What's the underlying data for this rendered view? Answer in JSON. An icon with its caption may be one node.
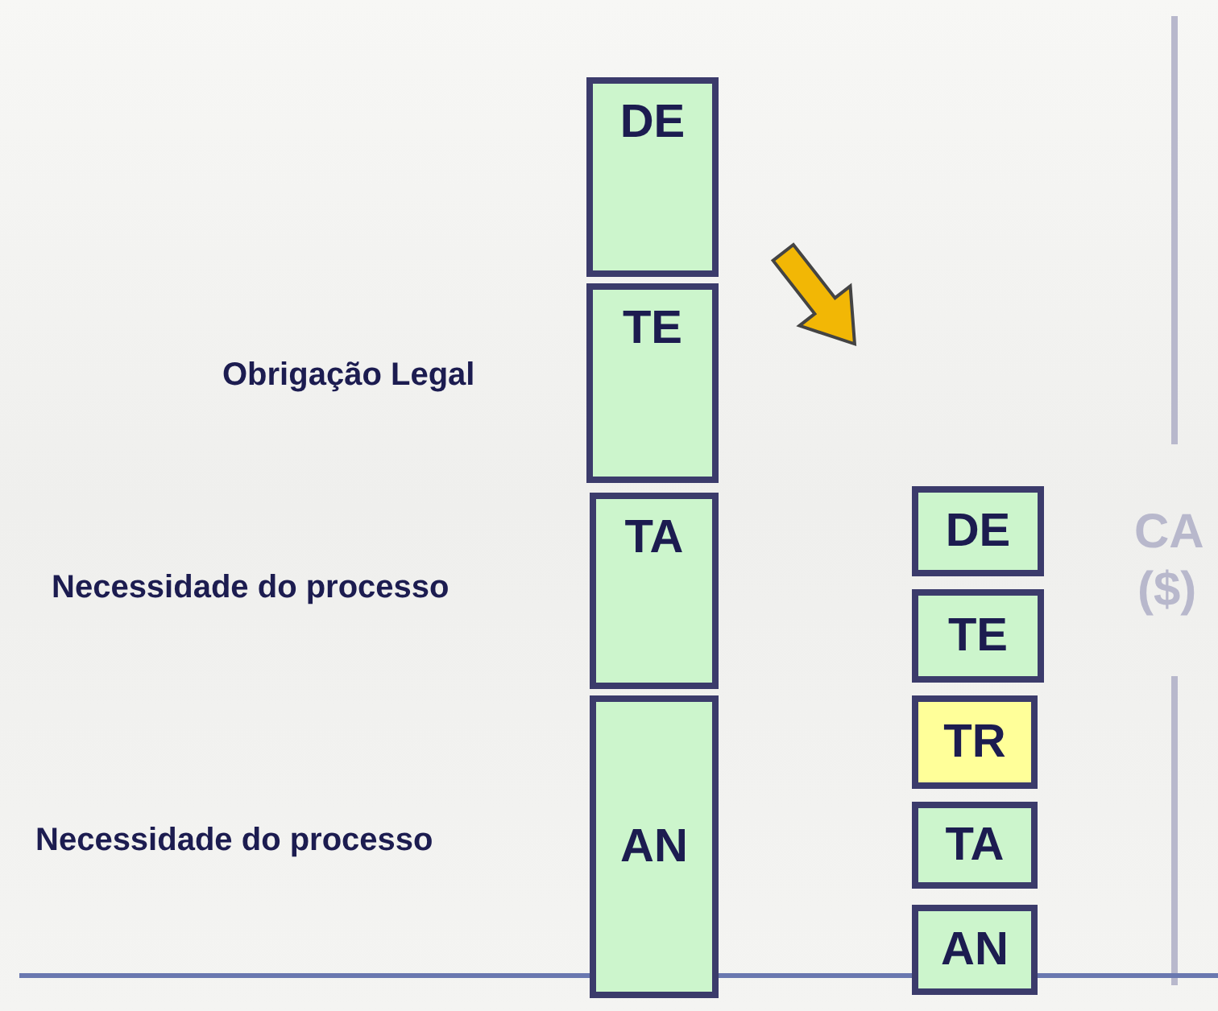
{
  "diagram": {
    "nodes": [
      {
        "text": [
          "DE"
        ]
      },
      {
        "text": [
          "TE"
        ]
      },
      {
        "text": [
          "TA"
        ]
      },
      {
        "text": [
          "AN"
        ]
      },
      {
        "text": [
          "DE"
        ]
      },
      {
        "text": [
          "TE"
        ]
      },
      {
        "text": [
          "TR"
        ]
      },
      {
        "text": [
          "TA"
        ]
      },
      {
        "text": [
          "AN"
        ]
      }
    ],
    "labels": [
      "Obrigação Legal",
      "Necessidade do processo",
      "Necessidade do processo",
      "CA",
      "($)"
    ]
  }
}
